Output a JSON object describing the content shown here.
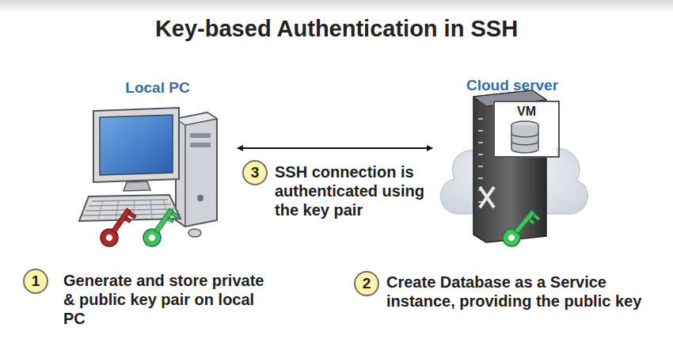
{
  "diagram": {
    "title": "Key-based Authentication in SSH",
    "nodes": [
      {
        "text": [
          "Local PC"
        ]
      },
      {
        "text": [
          "Cloud server"
        ]
      },
      {
        "text": [
          "VM"
        ],
        "in": 1
      }
    ],
    "edges": [
      {
        "from": 0,
        "to": 1,
        "arrow": "both"
      }
    ],
    "labels": [
      "3",
      "SSH connection is authenticated using the key pair",
      "1",
      "Generate and store private & public key pair on local PC",
      "2",
      "Create Database as a Service instance, providing the public key"
    ]
  }
}
